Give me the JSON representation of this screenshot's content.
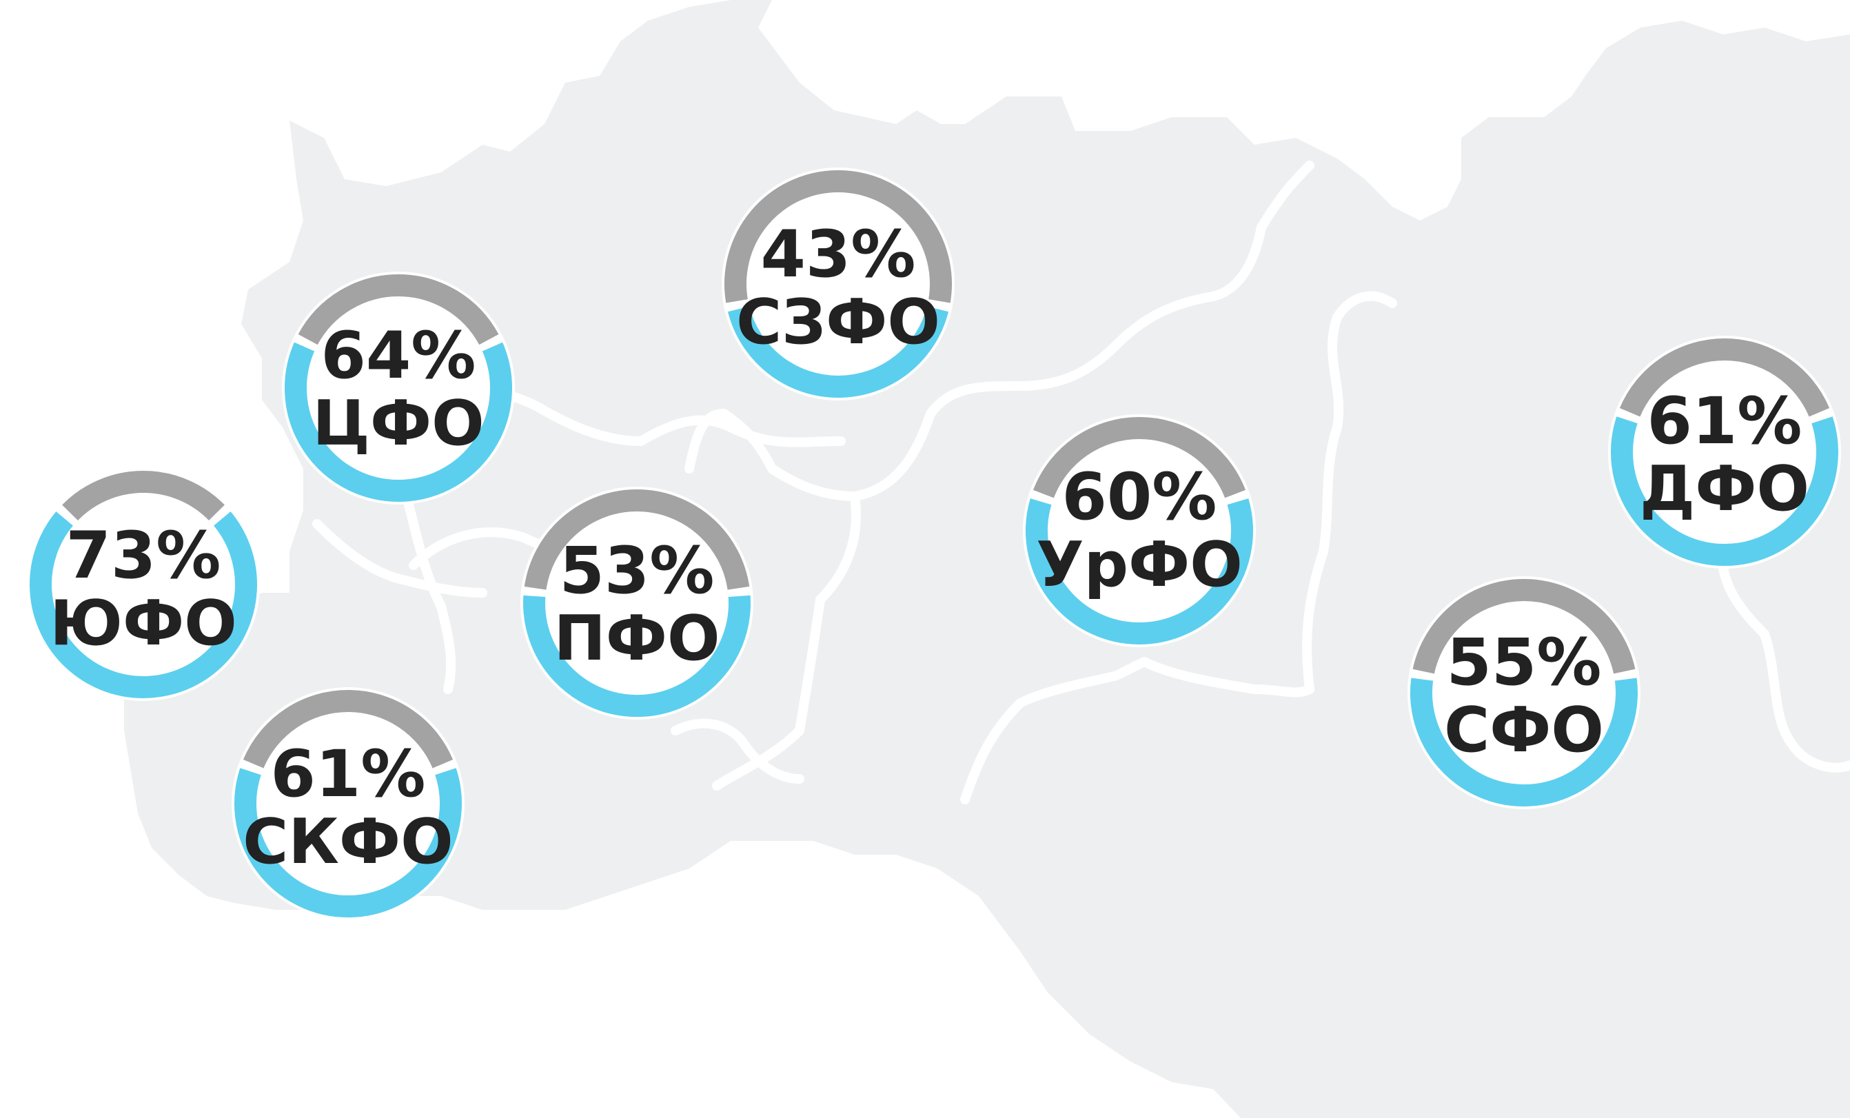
{
  "map": {
    "land_color": "#eeeff0",
    "border_color": "#ffffff",
    "background_color": "#ffffff"
  },
  "colors": {
    "remainder": "#a3a3a3",
    "share": "#5ccfee",
    "label_text": "#222222"
  },
  "chart_data": {
    "type": "donut",
    "unit": "%",
    "regions": [
      {
        "label": "СЗФО",
        "value": 43,
        "value_text": "43%"
      },
      {
        "label": "ЦФО",
        "value": 64,
        "value_text": "64%"
      },
      {
        "label": "ЮФО",
        "value": 73,
        "value_text": "73%"
      },
      {
        "label": "ПФО",
        "value": 53,
        "value_text": "53%"
      },
      {
        "label": "СКФО",
        "value": 61,
        "value_text": "61%"
      },
      {
        "label": "УрФО",
        "value": 60,
        "value_text": "60%"
      },
      {
        "label": "СФО",
        "value": 55,
        "value_text": "55%"
      },
      {
        "label": "ДФО",
        "value": 61,
        "value_text": "61%"
      }
    ]
  }
}
